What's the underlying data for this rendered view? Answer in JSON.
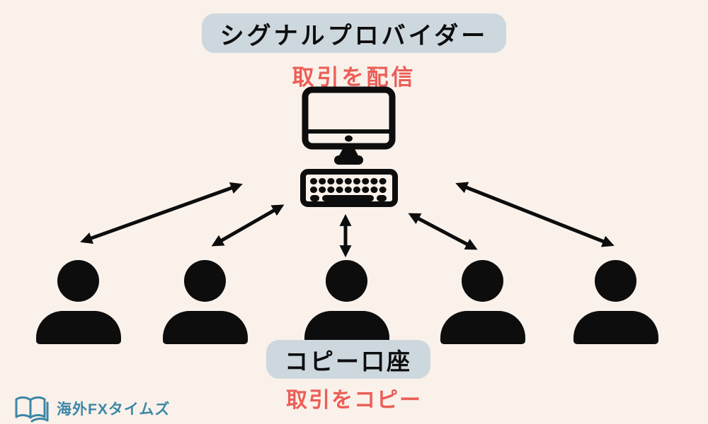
{
  "header": {
    "provider_label": "シグナルプロバイダー",
    "provider_action": "取引を配信"
  },
  "footer": {
    "copy_label": "コピー口座",
    "copy_action": "取引をコピー"
  },
  "branding": {
    "logo_text": "海外FXタイムズ",
    "logo_icon": "open-book-icon"
  },
  "diagram": {
    "people_count": 5,
    "computer_icon": "desktop-computer-and-keyboard-icon",
    "person_icon": "person-silhouette-icon",
    "arrow_icon": "double-headed-arrow-icon"
  },
  "colors": {
    "background": "#faf1ea",
    "pill_bg": "#cdd8de",
    "ink": "#0d0d0d",
    "accent_red": "#eb5e57",
    "logo_teal": "#3c87a6"
  }
}
